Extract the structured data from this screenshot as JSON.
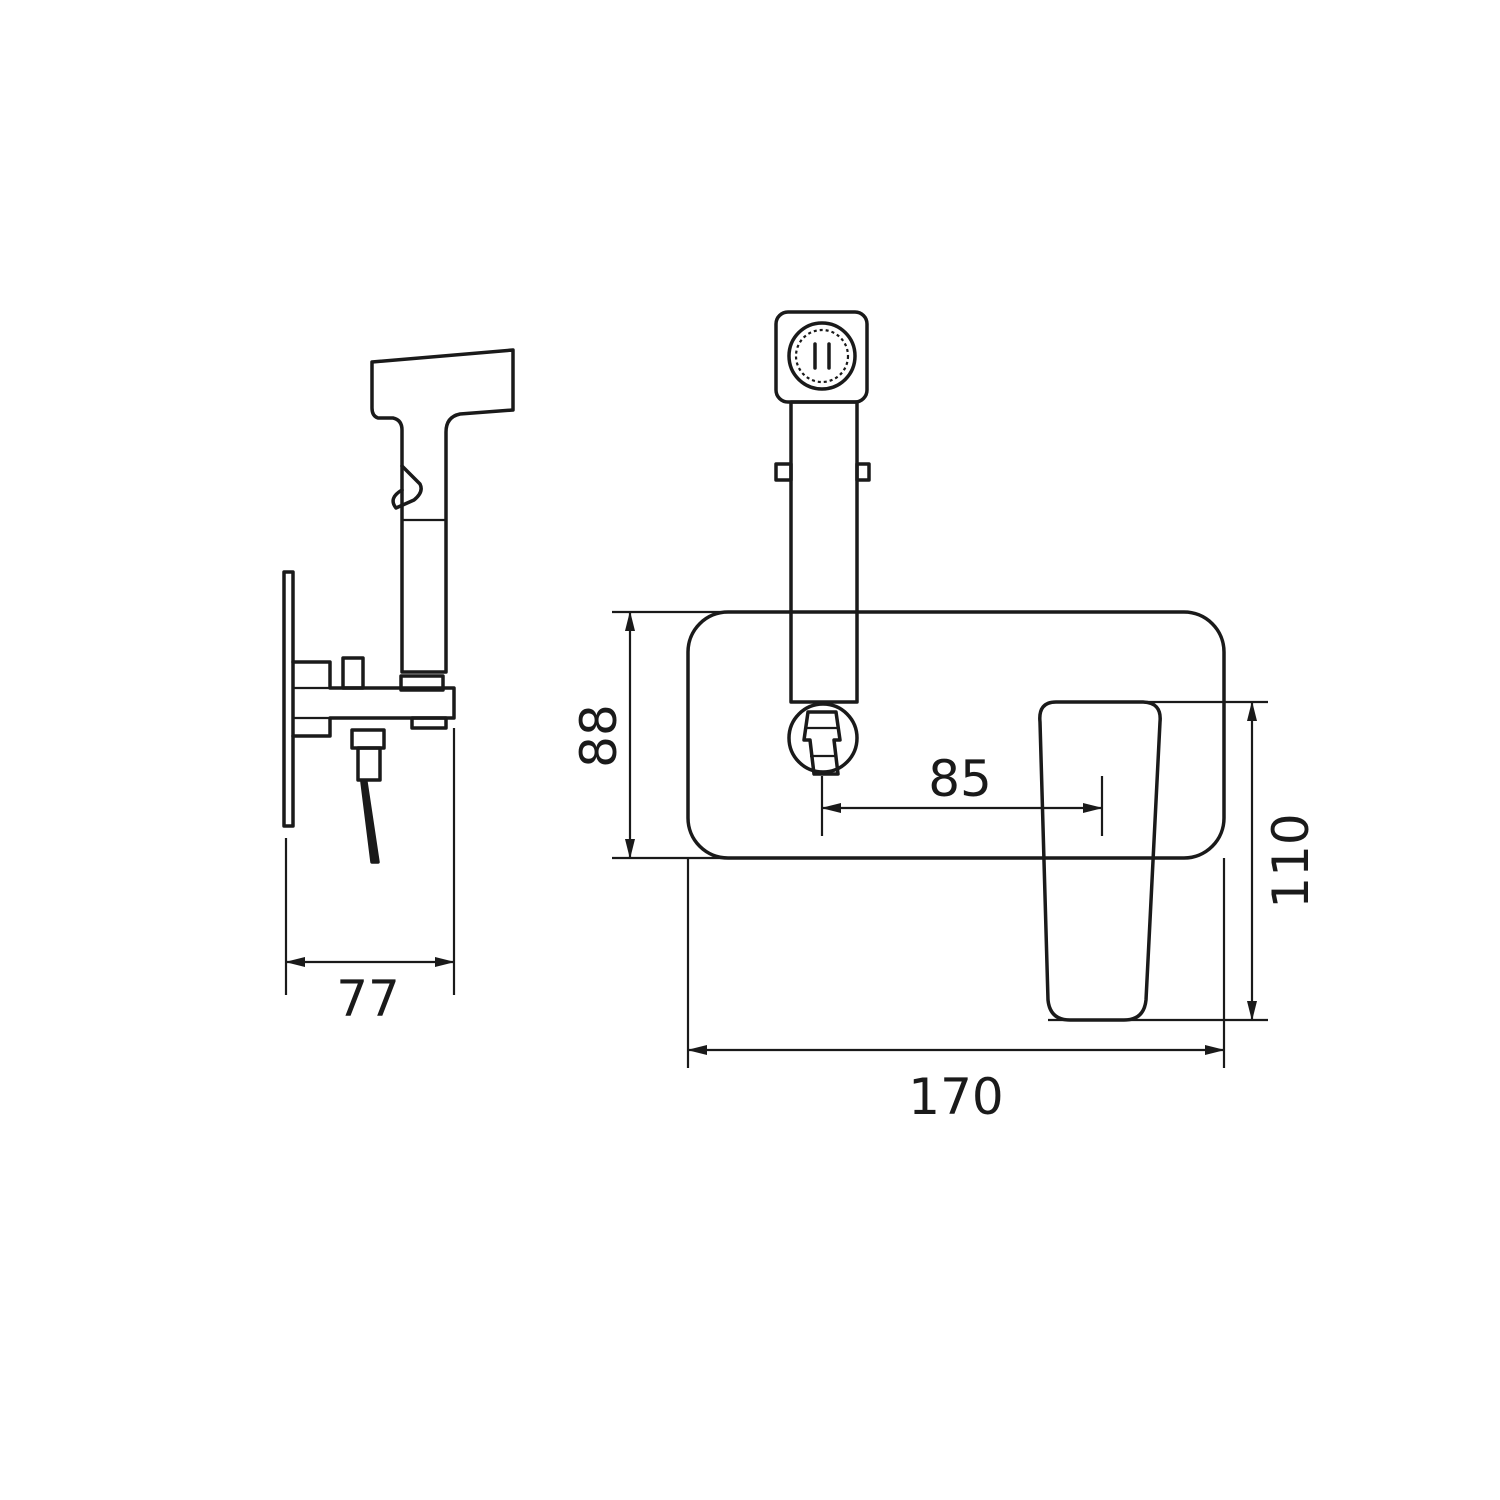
{
  "dimensions": {
    "depth": "77",
    "plate_height": "88",
    "outlet_to_handle": "85",
    "total_height": "110",
    "plate_width": "170"
  },
  "colors": {
    "line": "#1a1a1a",
    "background": "#ffffff"
  }
}
